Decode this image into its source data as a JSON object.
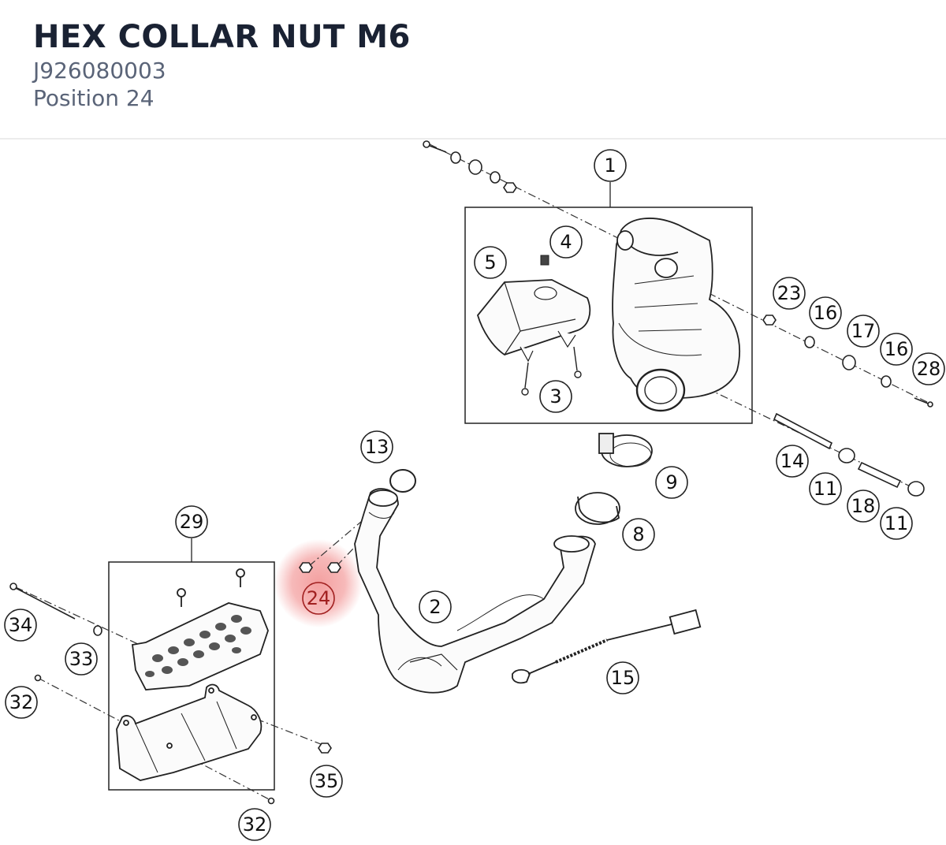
{
  "part": {
    "name": "HEX COLLAR NUT M6",
    "number": "J926080003",
    "position_label": "Position 24"
  },
  "diagram": {
    "highlight_color": "#f08080",
    "callouts": [
      {
        "id": "c1",
        "label": "1"
      },
      {
        "id": "c2",
        "label": "2"
      },
      {
        "id": "c3",
        "label": "3"
      },
      {
        "id": "c4",
        "label": "4"
      },
      {
        "id": "c5",
        "label": "5"
      },
      {
        "id": "c8",
        "label": "8"
      },
      {
        "id": "c9",
        "label": "9"
      },
      {
        "id": "c11a",
        "label": "11"
      },
      {
        "id": "c11b",
        "label": "11"
      },
      {
        "id": "c13",
        "label": "13"
      },
      {
        "id": "c14",
        "label": "14"
      },
      {
        "id": "c15",
        "label": "15"
      },
      {
        "id": "c16a",
        "label": "16"
      },
      {
        "id": "c16b",
        "label": "16"
      },
      {
        "id": "c17",
        "label": "17"
      },
      {
        "id": "c18",
        "label": "18"
      },
      {
        "id": "c23",
        "label": "23"
      },
      {
        "id": "c24",
        "label": "24",
        "highlight": true
      },
      {
        "id": "c28",
        "label": "28"
      },
      {
        "id": "c29",
        "label": "29"
      },
      {
        "id": "c32a",
        "label": "32"
      },
      {
        "id": "c32b",
        "label": "32"
      },
      {
        "id": "c33",
        "label": "33"
      },
      {
        "id": "c34",
        "label": "34"
      },
      {
        "id": "c35",
        "label": "35"
      }
    ]
  }
}
